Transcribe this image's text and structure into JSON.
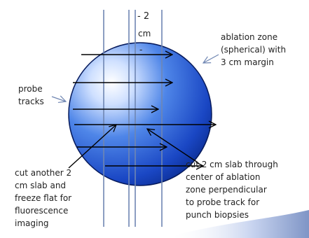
{
  "labels": {
    "slab_thickness_top": "- 2",
    "slab_thickness_unit": "cm",
    "slab_thickness_dash": "-",
    "ablation_zone": "ablation zone\n(spherical) with\n3 cm margin",
    "probe_tracks": "probe\ntracks",
    "cut_another_slab": "cut another 2\ncm slab and\nfreeze flat for\nfluorescence\nimaging",
    "cut_slab_center": "cut 2 cm slab through\ncenter of ablation\nzone perpendicular\nto probe track for\npunch biopsies"
  },
  "colors": {
    "sphere_light": "#ffffff",
    "sphere_mid": "#4f86e8",
    "sphere_dark": "#0a2a8c",
    "sphere_edge": "#061a5c",
    "line": "#000000",
    "cut_line": "#6f86b2",
    "swoosh": "#8fa3cf"
  }
}
